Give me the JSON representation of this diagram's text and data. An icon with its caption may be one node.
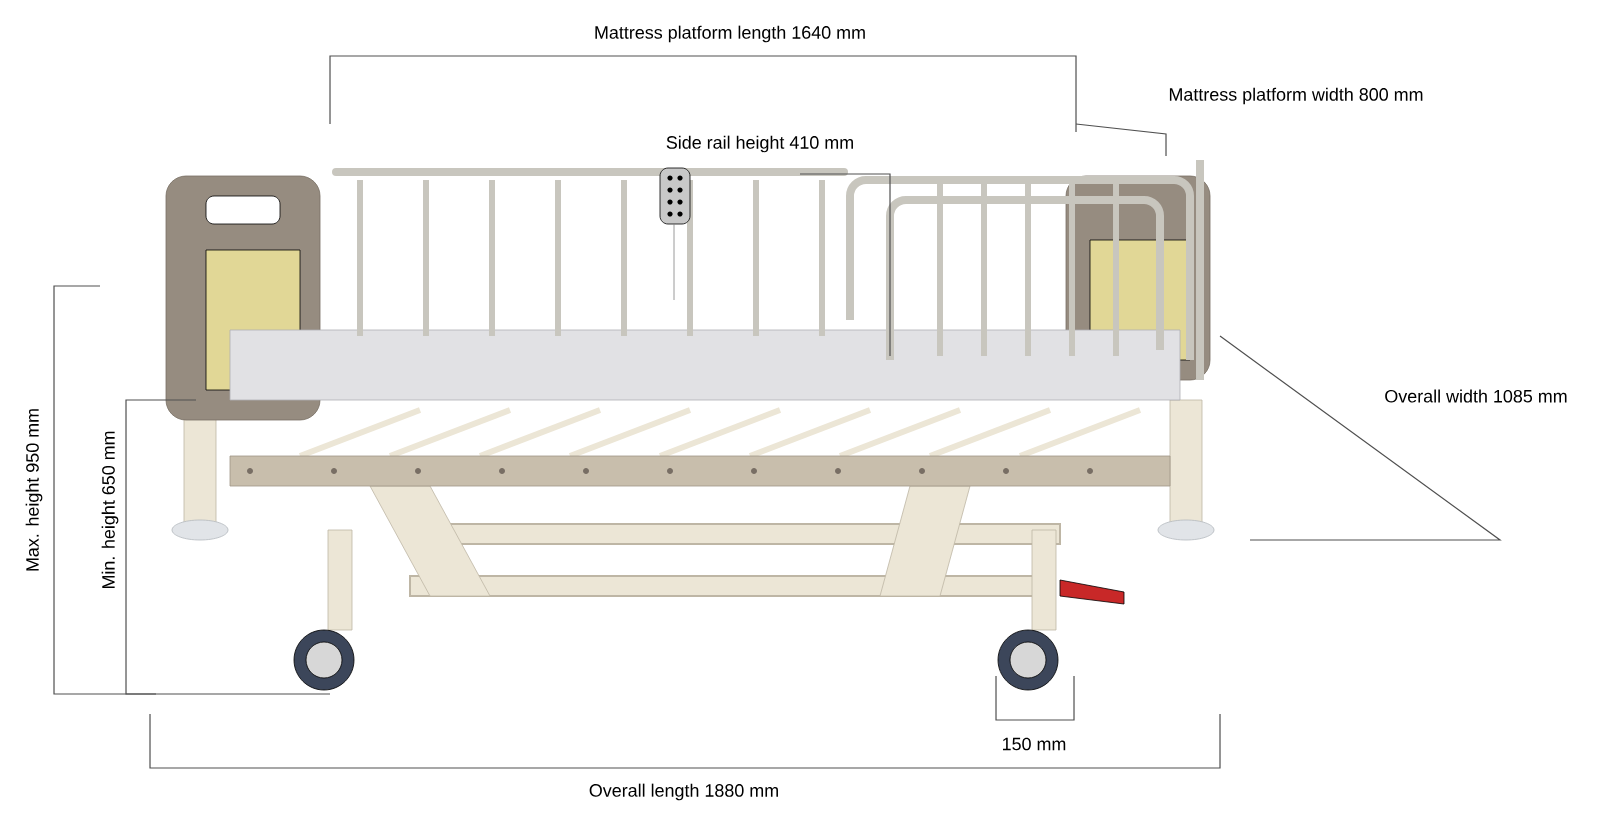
{
  "diagram": {
    "labels": [
      "Mattress platform length 1640 mm",
      "Mattress platform width 800 mm",
      "Side rail height 410 mm",
      "Overall width 1085 mm",
      "Max. height 950 mm",
      "Min. height 650 mm",
      "Overall length 1880 mm",
      "150 mm"
    ]
  }
}
